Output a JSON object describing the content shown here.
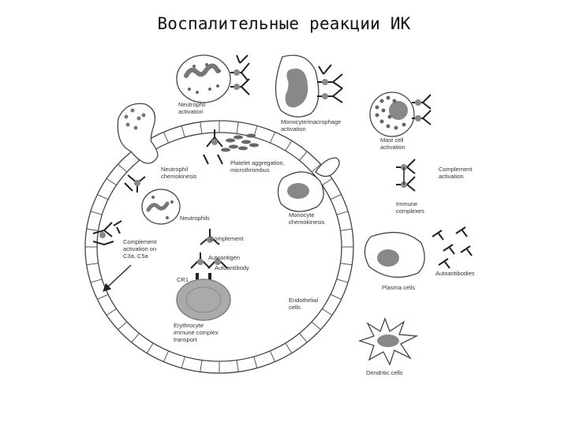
{
  "title": "Воспалительные реакции ИК",
  "labels": {
    "neutrophil_activation": "Neutrophil\nactivation",
    "monocyte_macrophage_activation": "Monocyte/macrophage\nactivation",
    "mast_cell_activation": "Mast cell\nactivation",
    "complement_activation_right": "Complement\nactivation",
    "immune_complexes": "Immune\ncomplexes",
    "platelet_aggregation": "Platelet aggregation,\nmicrothrombus",
    "neutrophil_chemokinesis": "Neutrophil\nchemokinesis",
    "monocyte_chemokinesis": "Monocyte\nchemokinesis",
    "neutrophils": "Neutrophils",
    "complement_activation_left": "Complement\nactivation on\nC3a, C5a",
    "complement": "Complement",
    "autoantigen": "Autoantigen",
    "autoantibody": "Autoantibody",
    "cr1": "CR1",
    "erythrocyte": "Erythrocyte\nimmune complex\ntransport",
    "endothelial_cells": "Endothelial\ncells",
    "plasma_cells": "Plasma cells",
    "autoantibodies": "Autoantibodies",
    "dendritic_cells": "Dendritic cells"
  }
}
